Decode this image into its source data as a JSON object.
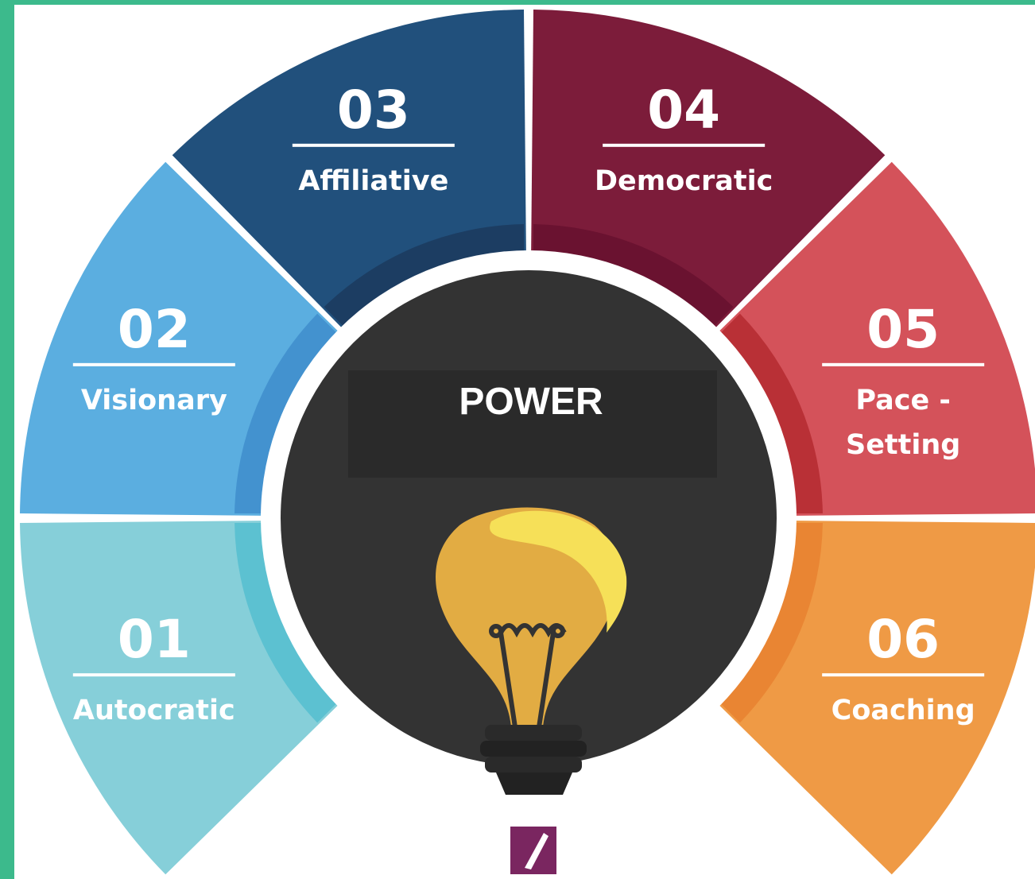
{
  "center": {
    "title": "POWER"
  },
  "segments": [
    {
      "number": "01",
      "label": [
        "Autocratic"
      ],
      "color": "#86cfd9",
      "inner_color": "#5cc1d1"
    },
    {
      "number": "02",
      "label": [
        "Visionary"
      ],
      "color": "#5baee0",
      "inner_color": "#4392cf"
    },
    {
      "number": "03",
      "label": [
        "Affiliative"
      ],
      "color": "#21507c",
      "inner_color": "#1c3d62"
    },
    {
      "number": "04",
      "label": [
        "Democratic"
      ],
      "color": "#7c1c3a",
      "inner_color": "#6a1230"
    },
    {
      "number": "05",
      "label": [
        "Pace -",
        "Setting"
      ],
      "color": "#d4525a",
      "inner_color": "#b93036"
    },
    {
      "number": "06",
      "label": [
        "Coaching"
      ],
      "color": "#ef9a45",
      "inner_color": "#e98533"
    }
  ],
  "colors": {
    "frame": "#3cba8c",
    "hub": "#333333",
    "bulb": "#e2ac43",
    "bulb_highlight": "#f6e058",
    "logo": "#7a2660"
  }
}
